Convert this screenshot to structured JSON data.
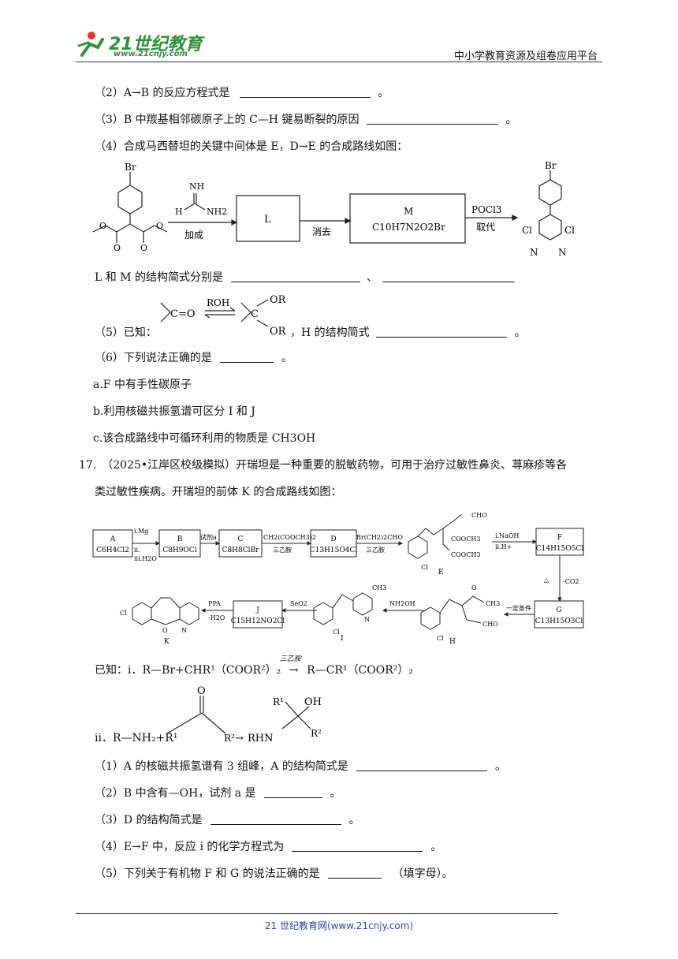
{
  "header": {
    "logo_main": "21世纪教育",
    "logo_url": "www.21cnjy.com",
    "right_text": "中小学教育资源及组卷应用平台"
  },
  "q16": {
    "p2": "（2）A→B 的反应方程式是",
    "p3": "（3）B 中羰基相邻碳原子上的 C—H 键易断裂的原因",
    "p4": "（4）合成马西替坦的关键中间体是 E，D→E 的合成路线如图：",
    "scheme": {
      "reagent1": "加成",
      "reagent2": "消去",
      "reagent3_top": "POCl3",
      "reagent3_bottom": "取代",
      "box_L": "L",
      "box_M_name": "M",
      "box_M_formula": "C10H7N2O2Br",
      "amidine_NH": "NH",
      "amidine_H": "H",
      "amidine_NH2": "NH2",
      "br_start": "Br",
      "br_end": "Br",
      "cl_left": "Cl",
      "cl_right": "Cl",
      "n_left": "N",
      "n_right": "N",
      "o_labels": [
        "O",
        "O",
        "O",
        "O"
      ]
    },
    "lm_line": "L 和 M 的结构简式分别是",
    "lm_sep": "、",
    "p5_prefix": "（5）已知：",
    "p5_eq": {
      "left": "C=O",
      "reagent": "ROH",
      "or_top": "OR",
      "or_bottom": "OR",
      "c": "C"
    },
    "p5_suffix": "，H 的结构简式",
    "p6": "（6）下列说法正确的是",
    "period": "。",
    "opt_a": "a.F 中有手性碳原子",
    "opt_b": "b.利用核磁共振氢谱可区分 I 和 J",
    "opt_c": "c.该合成路线中可循环利用的物质是 CH3OH"
  },
  "q17": {
    "line1": "17.　（2025•江岸区校级模拟）开瑞坦是一种重要的脱敏药物，可用于治疗过敏性鼻炎、荨麻疹等各",
    "line2": "类过敏性疾病。开瑞坦的前体 K 的合成路线如图：",
    "scheme": {
      "boxes": [
        {
          "name": "A",
          "formula": "C6H4Cl2"
        },
        {
          "name": "B",
          "formula": "C8H9OCl"
        },
        {
          "name": "C",
          "formula": "C8H8ClBr"
        },
        {
          "name": "D",
          "formula": "C13H15O4Cl"
        },
        {
          "name": "F",
          "formula": "C14H15O5Cl"
        },
        {
          "name": "G",
          "formula": "C13H15O3Cl"
        },
        {
          "name": "J",
          "formula": "C15H12NO2Cl"
        }
      ],
      "r_ab": [
        "i.Mg",
        "ii.",
        "iii.H2O"
      ],
      "r_bc": "试剂a",
      "r_cd_top": "CH2(COOCH3)2",
      "r_cd_bottom": "三乙胺",
      "r_de_top": "Br(CH2)2CHO",
      "r_de_bottom": "三乙胺",
      "r_ef": [
        "i.NaOH",
        "ii.H+"
      ],
      "r_fg_left": "△",
      "r_fg_right": "-CO2",
      "r_gh": "一定条件",
      "r_hi": "NH2OH",
      "r_ij": "SeO2",
      "r_jk_top": "PPA",
      "r_jk_bottom": "-H2O",
      "label_E": "E",
      "label_H": "H",
      "label_I": "I",
      "label_K": "K",
      "e_groups": [
        "CHO",
        "COOCH3",
        "COOCH3",
        "Cl"
      ],
      "h_groups": [
        "O",
        "CH3",
        "CHO",
        "Cl"
      ],
      "i_groups": [
        "CH3",
        "N",
        "Cl"
      ],
      "k_groups": [
        "Cl",
        "O",
        "N"
      ]
    },
    "known_prefix": "已知：ⅰ．",
    "known_i": "R—Br+CHR¹（COOR²）₂",
    "known_i_reagent": "三乙胺",
    "known_i_arrow": "→",
    "known_i_product": "R—CR¹（COOR²）₂",
    "known_ii_prefix": "ⅱ．",
    "known_ii_left": "R—NH₂+R¹",
    "known_ii_o": "O",
    "known_ii_r2": "R²",
    "known_ii_arrow": "→",
    "known_ii_rhn": "RHN",
    "known_ii_r1": "R¹",
    "known_ii_oh": "OH",
    "known_ii_r2b": "R²",
    "s1": "（1）A 的核磁共振氢谱有 3 组峰，A 的结构简式是",
    "s2": "（2）B 中含有—OH，试剂 a 是",
    "s3": "（3）D 的结构简式是",
    "s4": "（4）E→F 中，反应 i 的化学方程式为",
    "s5": "（5）下列关于有机物 F 和 G 的说法正确的是",
    "s5_suffix": "（填字母）。",
    "period": "。"
  },
  "footer": {
    "text": "21 世纪教育网(www.21cnjy.com)"
  }
}
